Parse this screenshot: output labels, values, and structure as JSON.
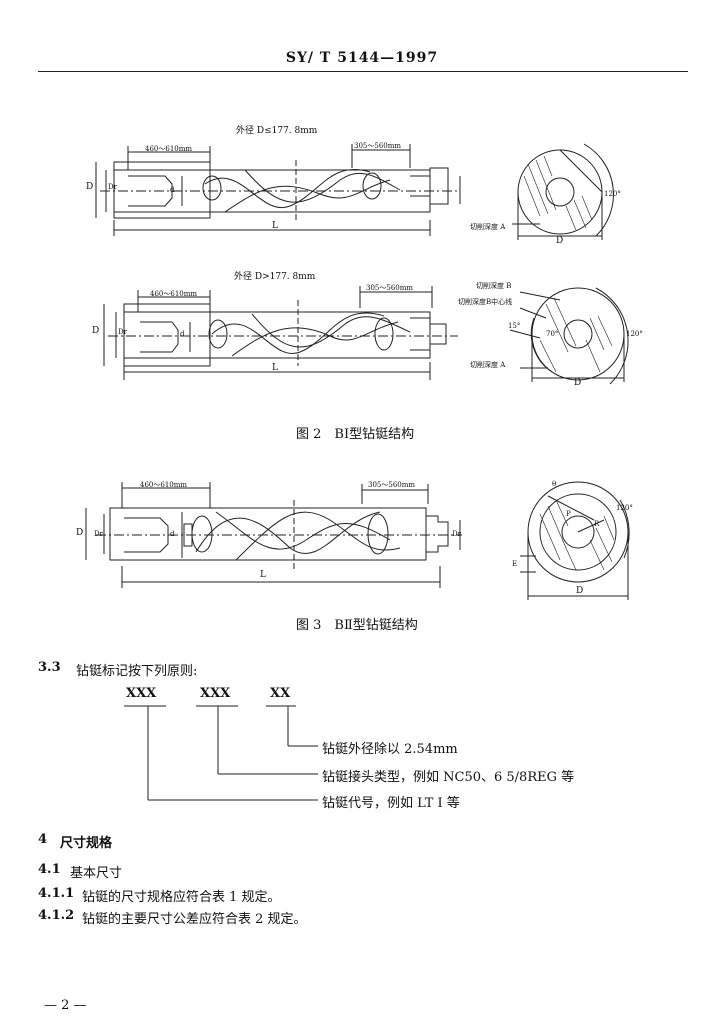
{
  "header": {
    "standard_code": "SY/ T 5144—1997"
  },
  "figure2": {
    "top_label": "外径 D≤177. 8mm",
    "bottom_label": "外径 D>177. 8mm",
    "dim_left": "460～610mm",
    "dim_right": "305～560mm",
    "label_D": "D",
    "label_Dr": "Dr",
    "label_d": "d",
    "label_L": "L",
    "cross_depth_A": "切削深度 A",
    "cross_D": "D",
    "angle_120": "120°",
    "cut_depth_B": "切削深度 B",
    "cut_center_line": "切削深度B中心线",
    "angle_15": "15°",
    "angle_70": "70°",
    "cross_depth_A2": "切削深度 A",
    "caption": "图 2　BⅠ型钻铤结构"
  },
  "figure3": {
    "dim_left": "460～610mm",
    "dim_right": "305～560mm",
    "label_D": "D",
    "label_Dr": "Dr",
    "label_d": "d",
    "label_L": "L",
    "label_theta": "θ",
    "label_P": "P",
    "label_R": "R",
    "label_E": "E",
    "label_Dx": "D",
    "angle_120": "120°",
    "caption": "图 3　BⅡ型钻铤结构"
  },
  "section_3_3": {
    "number": "3.3",
    "text": "钻铤标记按下列原则:",
    "code_parts": [
      "XXX",
      "XXX",
      "XX"
    ],
    "notes": [
      "钻铤外径除以 2.54mm",
      "钻铤接头类型，例如 NC50、6 5/8REG 等",
      "钻铤代号，例如 LT I 等"
    ]
  },
  "section_4": {
    "number": "4",
    "title": "尺寸规格"
  },
  "section_4_1": {
    "number": "4.1",
    "text": "基本尺寸"
  },
  "section_4_1_1": {
    "number": "4.1.1",
    "text": "钻铤的尺寸规格应符合表 1 规定。"
  },
  "section_4_1_2": {
    "number": "4.1.2",
    "text": "钻铤的主要尺寸公差应符合表 2 规定。"
  },
  "footer": {
    "page_number": "— 2 —"
  }
}
